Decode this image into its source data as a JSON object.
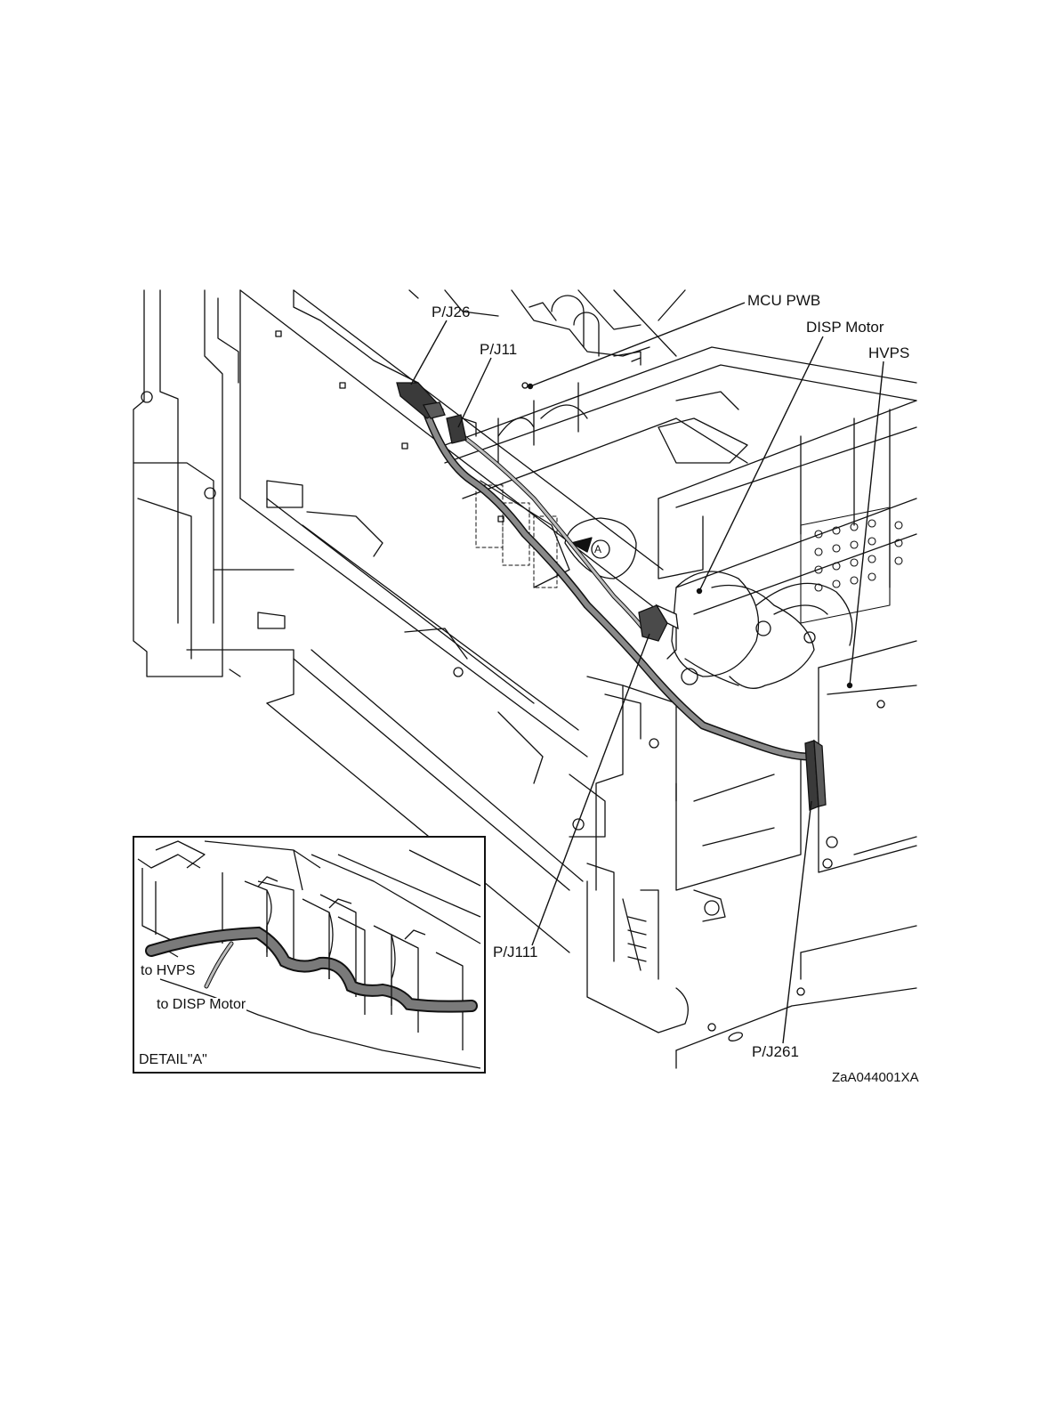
{
  "diagram": {
    "labels": {
      "pj26": "P/J26",
      "pj11": "P/J11",
      "mcu_pwb": "MCU PWB",
      "disp_motor": "DISP Motor",
      "hvps": "HVPS",
      "pj111": "P/J111",
      "pj261": "P/J261",
      "figure_code": "ZaA044001XA"
    },
    "callout_marker": "A",
    "detail": {
      "title": "DETAIL\"A\"",
      "to_hvps": "to HVPS",
      "to_disp_motor": "to DISP Motor"
    },
    "colors": {
      "line": "#111111",
      "harness": "#7a7a7a",
      "harness_light": "#bdbdbd",
      "connector": "#3a3a3a",
      "paper": "#ffffff"
    }
  }
}
